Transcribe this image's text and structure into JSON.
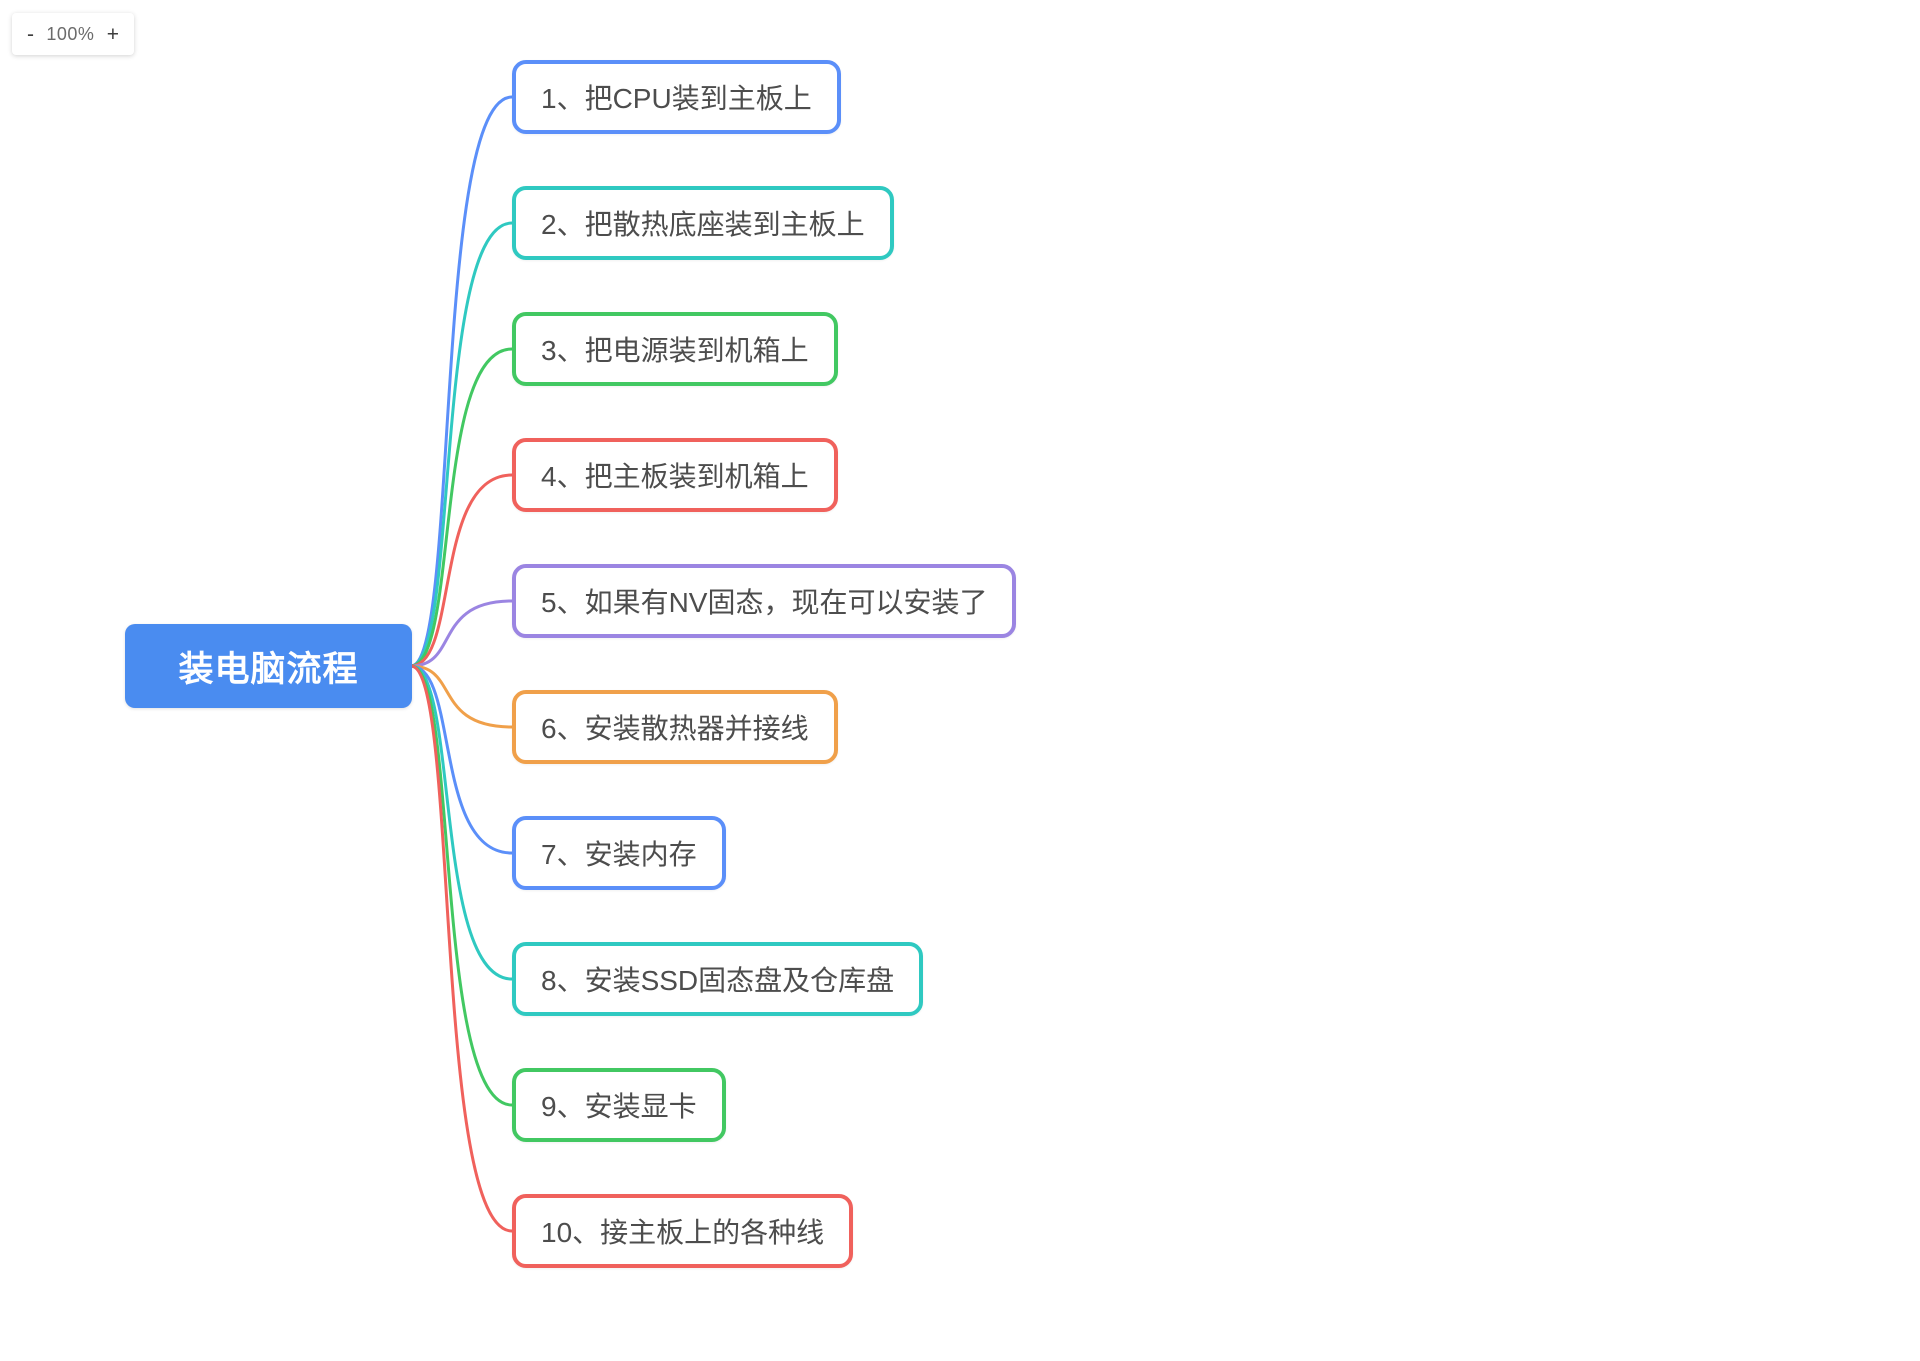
{
  "zoom_control": {
    "minus_label": "-",
    "level": "100%",
    "plus_label": "+"
  },
  "root": {
    "label": "装电脑流程",
    "fill_color": "#4a8cf0",
    "text_color": "#ffffff"
  },
  "nodes": [
    {
      "label": "1、把CPU装到主板上",
      "color": "#5b8ff9"
    },
    {
      "label": "2、把散热底座装到主板上",
      "color": "#2fc9c1"
    },
    {
      "label": "3、把电源装到机箱上",
      "color": "#42c862"
    },
    {
      "label": "4、把主板装到机箱上",
      "color": "#f0615c"
    },
    {
      "label": "5、如果有NV固态，现在可以安装了",
      "color": "#9b85e2"
    },
    {
      "label": "6、安装散热器并接线",
      "color": "#f0a04a"
    },
    {
      "label": "7、安装内存",
      "color": "#5b8ff9"
    },
    {
      "label": "8、安装SSD固态盘及仓库盘",
      "color": "#2fc9c1"
    },
    {
      "label": "9、安装显卡",
      "color": "#42c862"
    },
    {
      "label": "10、接主板上的各种线",
      "color": "#f0615c"
    }
  ]
}
